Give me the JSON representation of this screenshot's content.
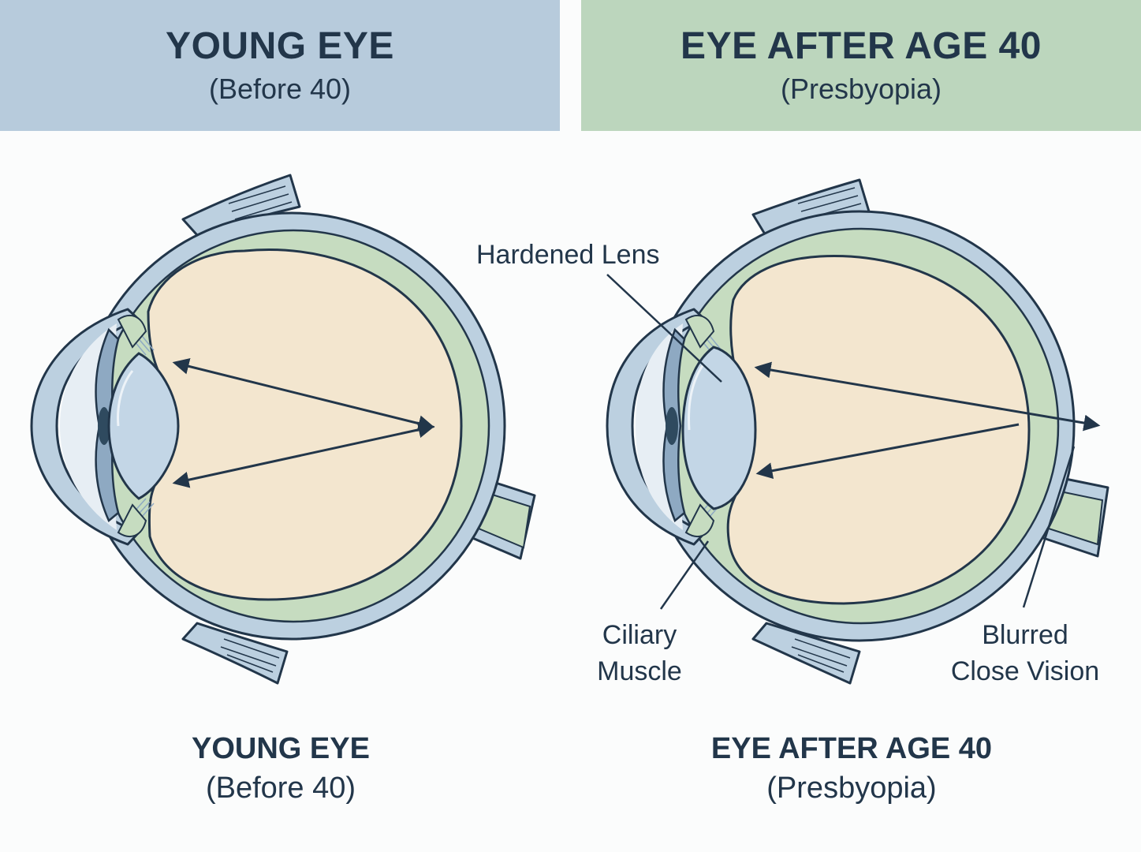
{
  "panels": {
    "young": {
      "header_title": "YOUNG EYE",
      "header_subtitle": "(Before 40)",
      "caption_title": "YOUNG EYE",
      "caption_subtitle": "(Before 40)"
    },
    "older": {
      "header_title": "EYE AFTER AGE 40",
      "header_subtitle": "(Presbyopia)",
      "caption_title": "EYE AFTER AGE 40",
      "caption_subtitle": "(Presbyopia)"
    }
  },
  "callouts": {
    "hardened_lens": "Hardened Lens",
    "ciliary_muscle_line1": "Ciliary",
    "ciliary_muscle_line2": "Muscle",
    "blurred_line1": "Blurred",
    "blurred_line2": "Close Vision"
  },
  "colors": {
    "young_header_bg": "#b7cbdc",
    "older_header_bg": "#bcd6bd",
    "sclera_blue": "#bcd0e0",
    "choroid_green": "#c6dcc0",
    "vitreous": "#f3e6cf",
    "lens": "#c3d6e6",
    "outline": "#22364a"
  }
}
